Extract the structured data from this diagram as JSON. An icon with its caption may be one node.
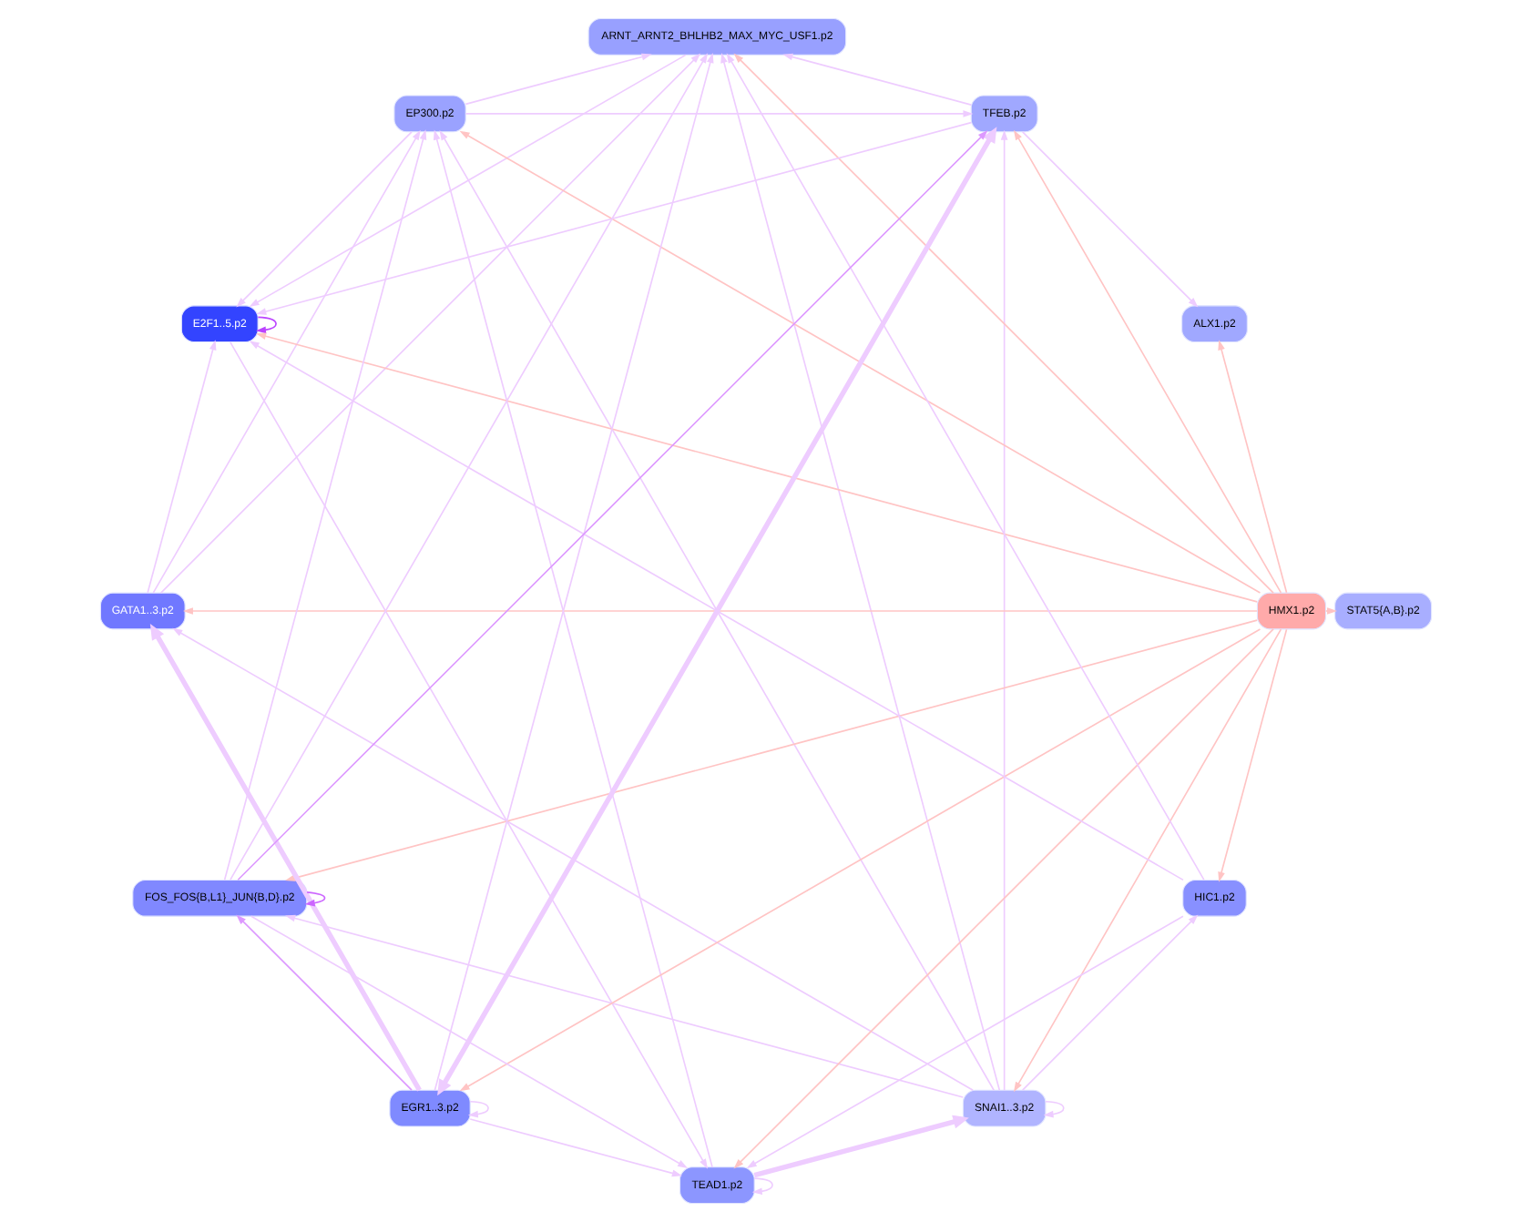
{
  "diagram": {
    "nodes": [
      {
        "text": [
          "SNAI1..3.p2"
        ]
      },
      {
        "text": [
          "EP300.p2"
        ]
      },
      {
        "text": [
          "GATA1..3.p2"
        ]
      },
      {
        "text": [
          "TEAD1.p2"
        ]
      },
      {
        "text": [
          "ARNT_ARNT2_BHLHB2_MAX_MYC_USF1.p2"
        ]
      },
      {
        "text": [
          "E2F1..5.p2"
        ]
      },
      {
        "text": [
          "HMX1.p2"
        ]
      },
      {
        "text": [
          "EGR1..3.p2"
        ]
      },
      {
        "text": [
          "STAT5{A,B}.p2"
        ]
      },
      {
        "text": [
          "TFEB.p2"
        ]
      },
      {
        "text": [
          "HIC1.p2"
        ]
      },
      {
        "text": [
          "FOS_FOS{B,L1}_JUN{B,D}.p2"
        ]
      },
      {
        "text": [
          "ALX1.p2"
        ]
      }
    ],
    "edges": [
      {
        "from": 6,
        "to": 0,
        "arrow": "to",
        "color": "#ffc4c4"
      },
      {
        "from": 6,
        "to": 1,
        "arrow": "to",
        "color": "#ffc4c4"
      },
      {
        "from": 6,
        "to": 2,
        "arrow": "to",
        "color": "#ffc4c4"
      },
      {
        "from": 6,
        "to": 3,
        "arrow": "to",
        "color": "#ffc4c4"
      },
      {
        "from": 6,
        "to": 4,
        "arrow": "to",
        "color": "#ffc4c4"
      },
      {
        "from": 6,
        "to": 5,
        "arrow": "to",
        "color": "#ffc4c4"
      },
      {
        "from": 6,
        "to": 7,
        "arrow": "to",
        "color": "#ffc4c4"
      },
      {
        "from": 6,
        "to": 8,
        "arrow": "to",
        "color": "#ffc4c4"
      },
      {
        "from": 6,
        "to": 9,
        "arrow": "to",
        "color": "#ffc4c4"
      },
      {
        "from": 6,
        "to": 10,
        "arrow": "to",
        "color": "#ffc4c4"
      },
      {
        "from": 6,
        "to": 11,
        "arrow": "to",
        "color": "#ffc4c4"
      },
      {
        "from": 6,
        "to": 12,
        "arrow": "to",
        "color": "#ffc4c4"
      },
      {
        "from": 0,
        "to": 0,
        "arrow": "to"
      },
      {
        "from": 0,
        "to": 1,
        "arrow": "to"
      },
      {
        "from": 3,
        "to": 0,
        "arrow": "to",
        "style": "thick"
      },
      {
        "from": 0,
        "to": 2,
        "arrow": "to"
      },
      {
        "from": 0,
        "to": 4,
        "arrow": "to"
      },
      {
        "from": 0,
        "to": 9,
        "arrow": "to"
      },
      {
        "from": 0,
        "to": 11,
        "arrow": "to"
      },
      {
        "from": 0,
        "to": 10,
        "arrow": "to"
      },
      {
        "from": 2,
        "to": 1,
        "arrow": "to"
      },
      {
        "from": 1,
        "to": 4,
        "arrow": "to"
      },
      {
        "from": 1,
        "to": 9,
        "arrow": "to"
      },
      {
        "from": 3,
        "to": 1,
        "arrow": "to"
      },
      {
        "from": 1,
        "to": 5,
        "arrow": "to"
      },
      {
        "from": 2,
        "to": 4,
        "arrow": "to"
      },
      {
        "from": 2,
        "to": 5,
        "arrow": "to"
      },
      {
        "from": 7,
        "to": 2,
        "arrow": "to",
        "style": "thick"
      },
      {
        "from": 3,
        "to": 3,
        "arrow": "to"
      },
      {
        "from": 5,
        "to": 3,
        "arrow": "to"
      },
      {
        "from": 10,
        "to": 3,
        "arrow": "to"
      },
      {
        "from": 7,
        "to": 3,
        "arrow": "to"
      },
      {
        "from": 11,
        "to": 3,
        "arrow": "to"
      },
      {
        "from": 4,
        "to": 5,
        "arrow": "to"
      },
      {
        "from": 5,
        "to": 5,
        "arrow": "to",
        "color": "#bb44ff"
      },
      {
        "from": 10,
        "to": 5,
        "arrow": "to"
      },
      {
        "from": 9,
        "to": 5,
        "arrow": "to"
      },
      {
        "from": 10,
        "to": 4,
        "arrow": "to"
      },
      {
        "from": 7,
        "to": 4,
        "arrow": "to"
      },
      {
        "from": 7,
        "to": 7,
        "arrow": "to"
      },
      {
        "from": 9,
        "to": 4,
        "arrow": "to"
      },
      {
        "from": 11,
        "to": 4,
        "arrow": "to"
      },
      {
        "from": 7,
        "to": 9,
        "arrow": "both",
        "style": "thick"
      },
      {
        "from": 7,
        "to": 11,
        "arrow": "to",
        "color": "#dd99ff"
      },
      {
        "from": 11,
        "to": 9,
        "arrow": "to",
        "color": "#dd99ff"
      },
      {
        "from": 11,
        "to": 11,
        "arrow": "to",
        "color": "#cc66ff"
      },
      {
        "from": 9,
        "to": 12,
        "arrow": "to"
      },
      {
        "from": 11,
        "to": 1,
        "arrow": "to"
      }
    ]
  }
}
